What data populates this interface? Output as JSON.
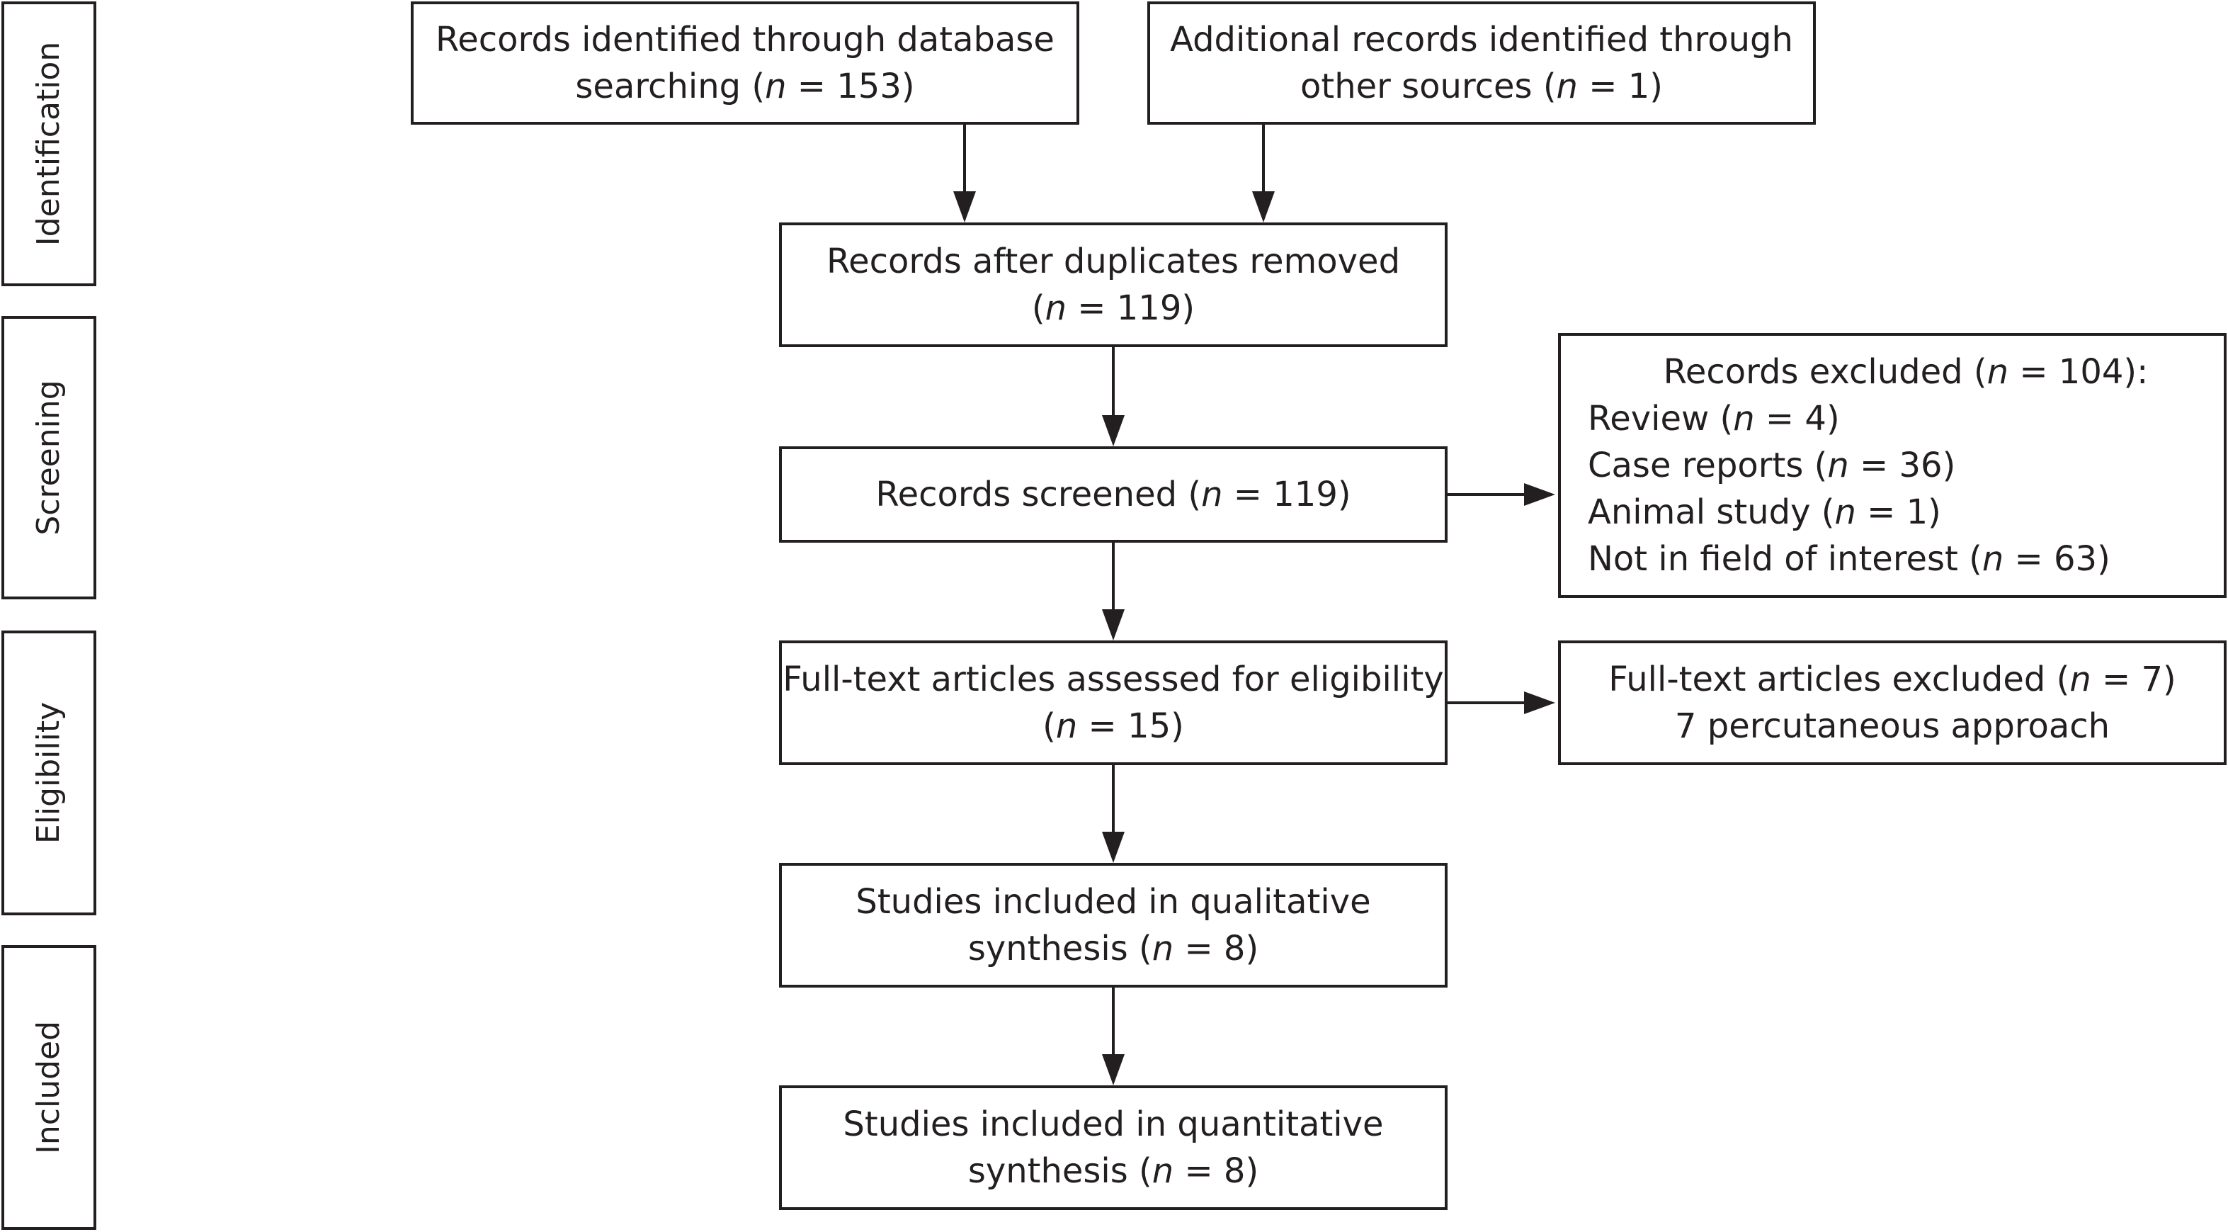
{
  "stages": {
    "identification": "Identification",
    "screening": "Screening",
    "eligibility": "Eligibility",
    "included": "Included"
  },
  "boxes": {
    "database": {
      "line1": "Records identified through database",
      "line2_pre": "searching (",
      "n": "n",
      "line2_post": " = 153)"
    },
    "other_sources": {
      "line1": "Additional records identified through",
      "line2_pre": "other sources (",
      "n": "n",
      "line2_post": " = 1)"
    },
    "duplicates_removed": {
      "line1": "Records after duplicates removed",
      "line2_pre": "(",
      "n": "n",
      "line2_post": " = 119)"
    },
    "screened": {
      "line1_pre": "Records screened (",
      "n": "n",
      "line1_post": " = 119)"
    },
    "records_excluded": {
      "heading_pre": "Records excluded (",
      "n": "n",
      "heading_post": " = 104):",
      "items": [
        {
          "pre": "Review (",
          "n": "n",
          "post": " = 4)"
        },
        {
          "pre": "Case reports (",
          "n": "n",
          "post": " = 36)"
        },
        {
          "pre": "Animal study (",
          "n": "n",
          "post": " = 1)"
        },
        {
          "pre": "Not in field of interest (",
          "n": "n",
          "post": " = 63)"
        }
      ]
    },
    "fulltext_assessed": {
      "line1": "Full-text articles assessed for eligibility",
      "line2_pre": "(",
      "n": "n",
      "line2_post": " = 15)"
    },
    "fulltext_excluded": {
      "line1_pre": "Full-text articles excluded (",
      "n": "n",
      "line1_post": " = 7)",
      "line2": "7 percutaneous approach"
    },
    "qualitative": {
      "line1": "Studies included in qualitative",
      "line2_pre": "synthesis (",
      "n": "n",
      "line2_post": " = 8)"
    },
    "quantitative": {
      "line1": "Studies included in quantitative",
      "line2_pre": "synthesis (",
      "n": "n",
      "line2_post": " = 8)"
    }
  },
  "colors": {
    "stroke": "#231f20",
    "background": "#ffffff"
  }
}
